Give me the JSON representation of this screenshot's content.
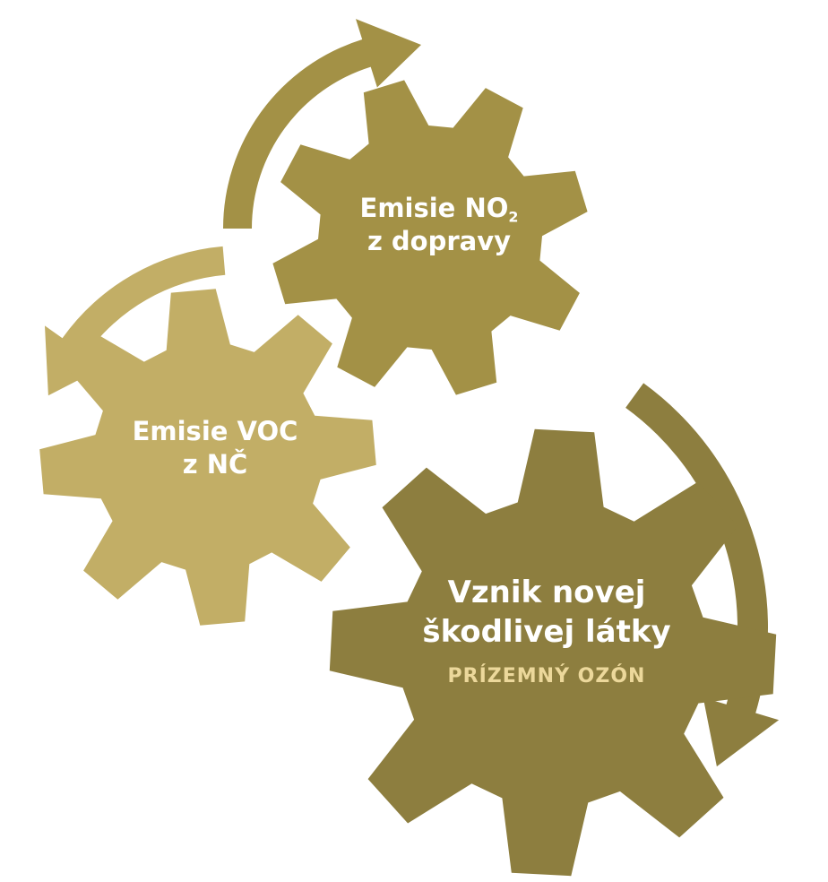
{
  "colors": {
    "gear_top": "#a39146",
    "gear_left": "#c2ae66",
    "gear_big": "#8d7e3f",
    "arrow_top": "#a39146",
    "arrow_left": "#c2ae66",
    "arrow_right": "#8d7e3f",
    "subtitle": "#ecd89b"
  },
  "gears": {
    "no2": {
      "line1": "Emisie NO",
      "subscript": "2",
      "line2": "z dopravy"
    },
    "voc": {
      "line1": "Emisie VOC",
      "line2": "z NČ"
    },
    "ozon": {
      "line1": "Vznik novej",
      "line2": "škodlivej látky",
      "subtitle": "PRÍZEMNÝ OZÓN"
    }
  }
}
